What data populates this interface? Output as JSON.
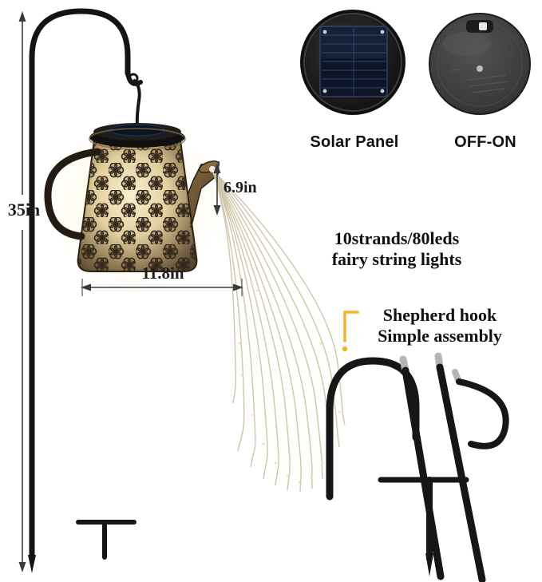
{
  "page": {
    "background": "#ffffff"
  },
  "product": {
    "name": "solar-watering-can-string-light",
    "dimensions": {
      "pole_height": "35in",
      "can_width": "11.8in",
      "spout_drop": "6.9in"
    },
    "callouts": {
      "solar_panel": "Solar Panel",
      "switch": "OFF-ON",
      "lights_line1": "10strands/80leds",
      "lights_line2": "fairy string lights",
      "assembly_line1": "Shepherd hook",
      "assembly_line2": "Simple assembly"
    }
  },
  "colors": {
    "accent_yellow": "#F2B52A",
    "metal_black": "#161616",
    "bronze": "#8A6D3F",
    "warm_glow": "#F6EBC9",
    "solar_cell_navy": "#0D1526",
    "dimension_gray": "#3A3A3A"
  },
  "icons": {
    "corner_bracket": "yellow L-bracket with dot",
    "solar_panel_photo": "round black disc with gridded solar cell",
    "switch_photo": "round dark disc with toggle switch"
  }
}
